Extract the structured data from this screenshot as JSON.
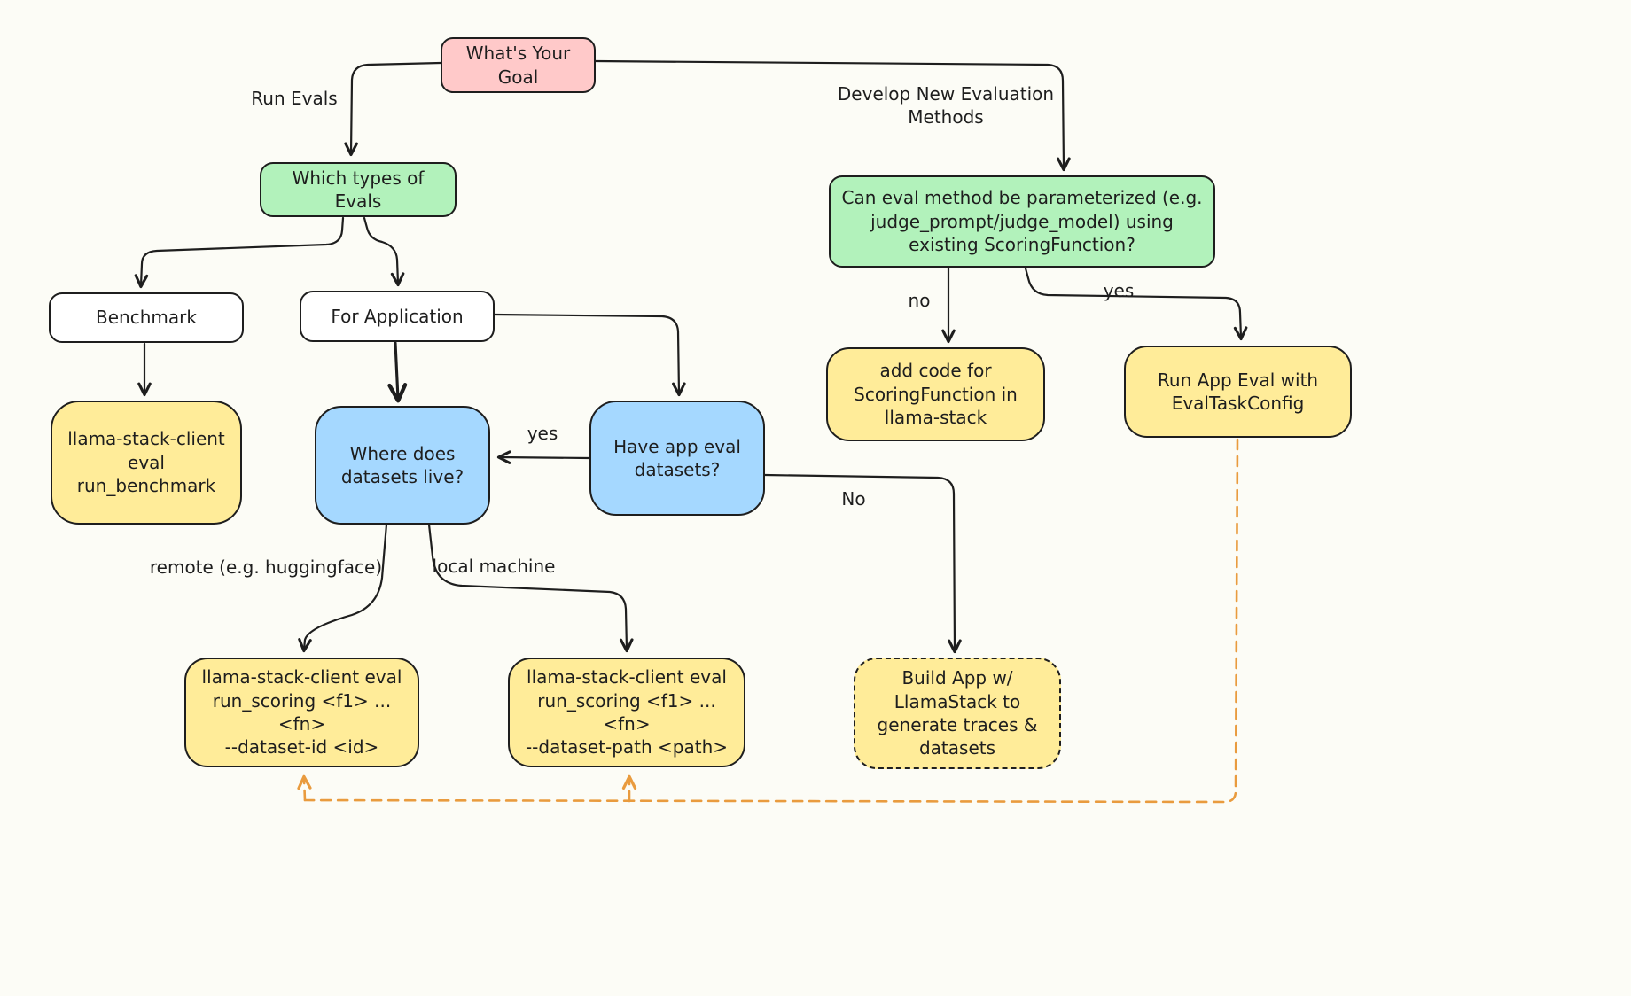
{
  "diagram": {
    "nodes": {
      "goal": "What's Your\nGoal",
      "which_types": "Which types of\nEvals",
      "param_question": "Can eval method be parameterized (e.g.\njudge_prompt/judge_model) using\nexisting ScoringFunction?",
      "benchmark": "Benchmark",
      "for_application": "For Application",
      "run_benchmark": "llama-stack-client\neval run_benchmark",
      "where_datasets": "Where does\ndatasets live?",
      "have_datasets": "Have app eval\ndatasets?",
      "add_code": "add code for\nScoringFunction in\nllama-stack",
      "run_app_eval": "Run App Eval with\nEvalTaskConfig",
      "run_scoring_remote": "llama-stack-client eval\nrun_scoring <f1> ... <fn>\n--dataset-id <id>",
      "run_scoring_local": "llama-stack-client eval\nrun_scoring <f1> ... <fn>\n--dataset-path <path>",
      "build_app": "Build App w/\nLlamaStack to\ngenerate traces &\ndatasets"
    },
    "edge_labels": {
      "run_evals": "Run Evals",
      "develop_new": "Develop New Evaluation\nMethods",
      "yes_have_datasets": "yes",
      "no_have_datasets": "No",
      "no_param": "no",
      "yes_param": "yes",
      "remote": "remote (e.g. huggingface)",
      "local": "local machine"
    },
    "colors": {
      "background": "#fcfcf6",
      "stroke": "#1e1e1e",
      "pink_node": "#ffc9c9",
      "green_node": "#b2f2bb",
      "blue_node": "#a5d8ff",
      "yellow_node": "#ffec99",
      "white_node": "#ffffff",
      "orange_dashed_edge": "#e99b3e"
    }
  }
}
